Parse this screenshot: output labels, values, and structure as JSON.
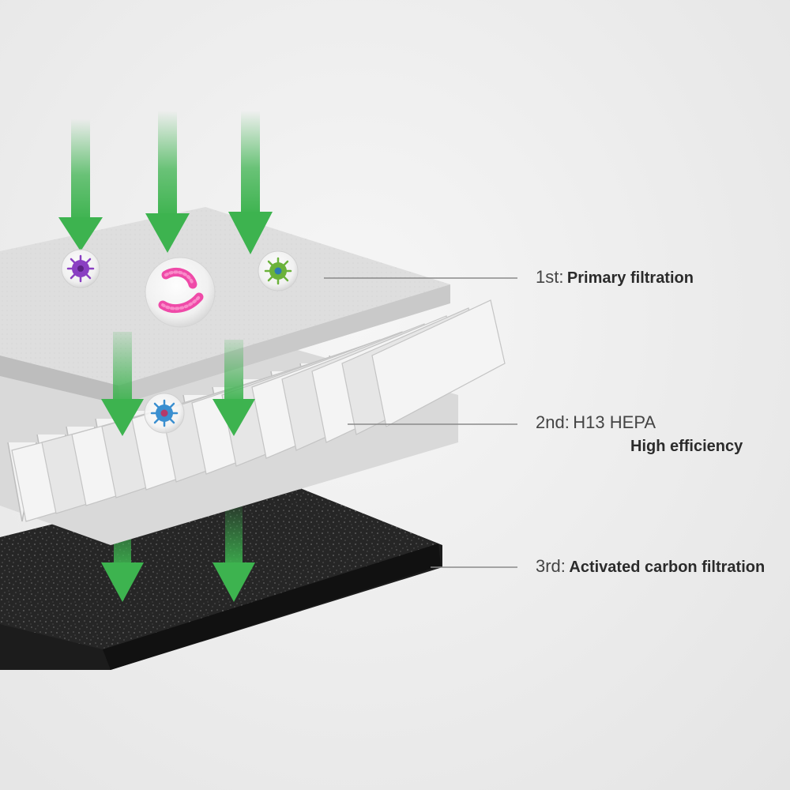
{
  "layers": [
    {
      "ordinal": "1st:",
      "name": "Primary filtration"
    },
    {
      "ordinal": "2nd:",
      "name": "H13 HEPA",
      "subtitle": "High efficiency"
    },
    {
      "ordinal": "3rd:",
      "name": "Activated carbon filtration"
    }
  ],
  "colors": {
    "arrow": "#3db34f",
    "primary_layer": "#dcdcdc",
    "hepa_layer": "#f2f2f2",
    "carbon_layer": "#2a2a2a",
    "leader_line": "#8a8a8a",
    "particle_purple": "#8a3fc2",
    "particle_pink": "#ef4aa8",
    "particle_green": "#6bb23a",
    "particle_blue": "#3a8fd0"
  },
  "icons": [
    "down-arrow-icon",
    "virus-icon",
    "bacteria-icon"
  ]
}
